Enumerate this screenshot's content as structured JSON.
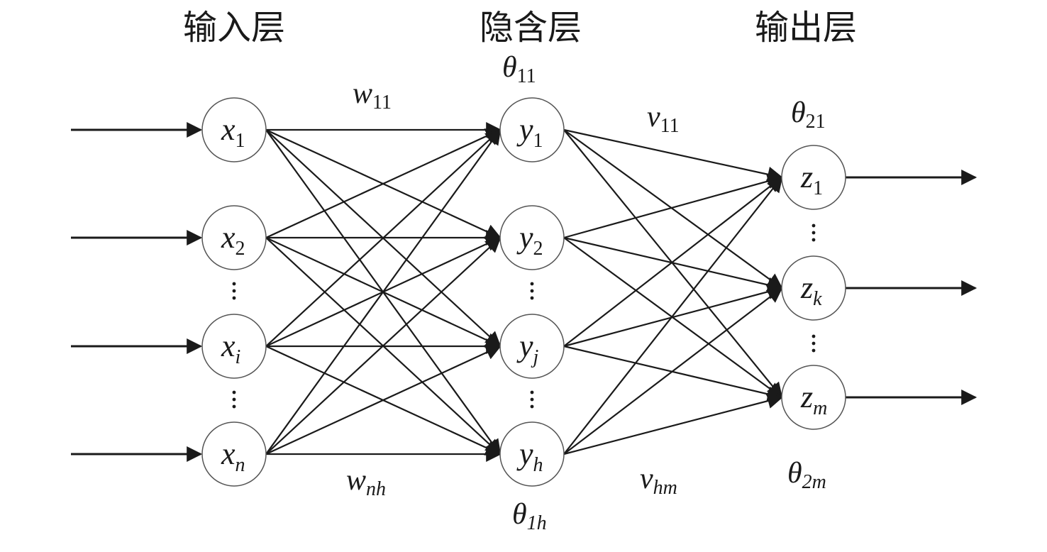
{
  "layer_titles": {
    "input": "输入层",
    "hidden": "隐含层",
    "output": "输出层"
  },
  "input_nodes": [
    {
      "id": "x1",
      "base": "x",
      "sub": "1"
    },
    {
      "id": "x2",
      "base": "x",
      "sub": "2"
    },
    {
      "id": "xi",
      "base": "x",
      "sub": "i",
      "sub_italic": true
    },
    {
      "id": "xn",
      "base": "x",
      "sub": "n",
      "sub_italic": true
    }
  ],
  "hidden_nodes": [
    {
      "id": "y1",
      "base": "y",
      "sub": "1"
    },
    {
      "id": "y2",
      "base": "y",
      "sub": "2"
    },
    {
      "id": "yj",
      "base": "y",
      "sub": "j",
      "sub_italic": true
    },
    {
      "id": "yh",
      "base": "y",
      "sub": "h",
      "sub_italic": true
    }
  ],
  "output_nodes": [
    {
      "id": "z1",
      "base": "z",
      "sub": "1"
    },
    {
      "id": "zk",
      "base": "z",
      "sub": "k",
      "sub_italic": true
    },
    {
      "id": "zm",
      "base": "z",
      "sub": "m",
      "sub_italic": true
    }
  ],
  "weight_labels": {
    "w_first": {
      "base": "w",
      "sub": "11"
    },
    "w_last": {
      "base": "w",
      "sub": "nh",
      "sub_italic": true
    },
    "v_first": {
      "base": "v",
      "sub": "11"
    },
    "v_last": {
      "base": "v",
      "sub": "hm",
      "sub_italic": true
    }
  },
  "threshold_labels": {
    "hidden_first": {
      "base": "θ",
      "sub": "11"
    },
    "hidden_last": {
      "base": "θ",
      "sub": "1h",
      "sub_italic": true
    },
    "output_first": {
      "base": "θ",
      "sub": "21"
    },
    "output_last": {
      "base": "θ",
      "sub": "2m",
      "sub_italic": true
    }
  },
  "colors": {
    "line": "#1a1a1a",
    "node_stroke": "#555555",
    "background": "#ffffff"
  }
}
